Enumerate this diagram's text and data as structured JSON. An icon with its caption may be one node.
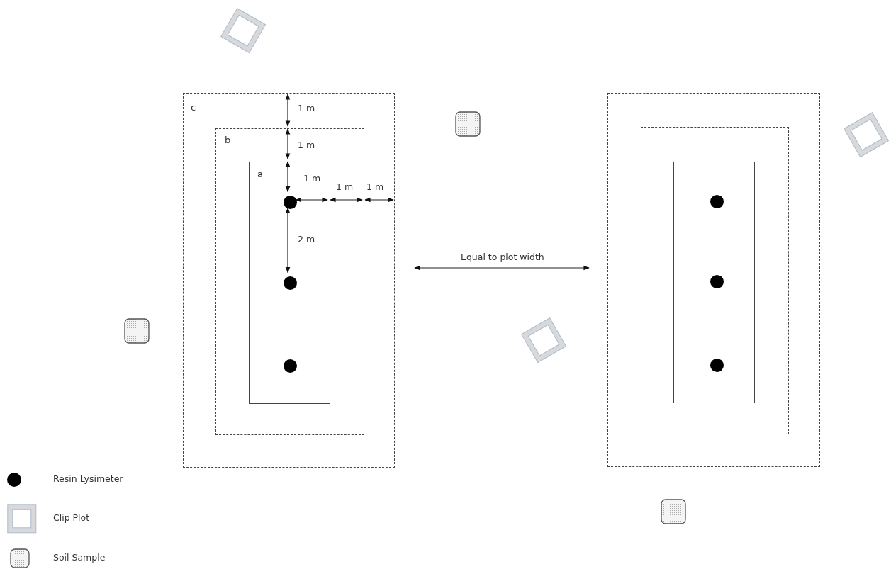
{
  "diagram": {
    "nodes": [
      {
        "text": [
          "c"
        ]
      },
      {
        "text": [
          "b"
        ],
        "in": 0
      },
      {
        "text": [
          "a"
        ],
        "in": 1
      },
      {
        "text": [],
        "shape": "circle",
        "in": 2
      },
      {
        "text": [],
        "shape": "circle",
        "in": 2
      },
      {
        "text": [],
        "shape": "circle",
        "in": 2
      },
      {
        "text": [],
        "shape": "box"
      },
      {
        "text": [],
        "shape": "box",
        "in": 6
      },
      {
        "text": [],
        "shape": "box",
        "in": 7
      },
      {
        "text": [],
        "shape": "circle",
        "in": 8
      },
      {
        "text": [],
        "shape": "circle",
        "in": 8
      },
      {
        "text": [],
        "shape": "circle",
        "in": 8
      }
    ],
    "edges": [
      {
        "from": 0,
        "to": 1,
        "arrow": "both",
        "label": "1 m"
      },
      {
        "from": 1,
        "to": 2,
        "arrow": "both",
        "label": "1 m"
      },
      {
        "from": 2,
        "to": 3,
        "arrow": "both",
        "label": "1 m"
      },
      {
        "from": 3,
        "to": 2,
        "arrow": "both"
      },
      {
        "from": 2,
        "to": 1,
        "arrow": "both",
        "label": "1 m"
      },
      {
        "from": 1,
        "to": 0,
        "arrow": "both",
        "label": "1 m"
      },
      {
        "from": 3,
        "to": 4,
        "arrow": "both",
        "label": "2 m"
      }
    ],
    "labels": [
      "Equal to plot width"
    ],
    "legend": [
      {
        "text": "Resin Lysimeter"
      },
      {
        "text": "Clip Plot"
      },
      {
        "text": "Soil Sample"
      }
    ]
  }
}
